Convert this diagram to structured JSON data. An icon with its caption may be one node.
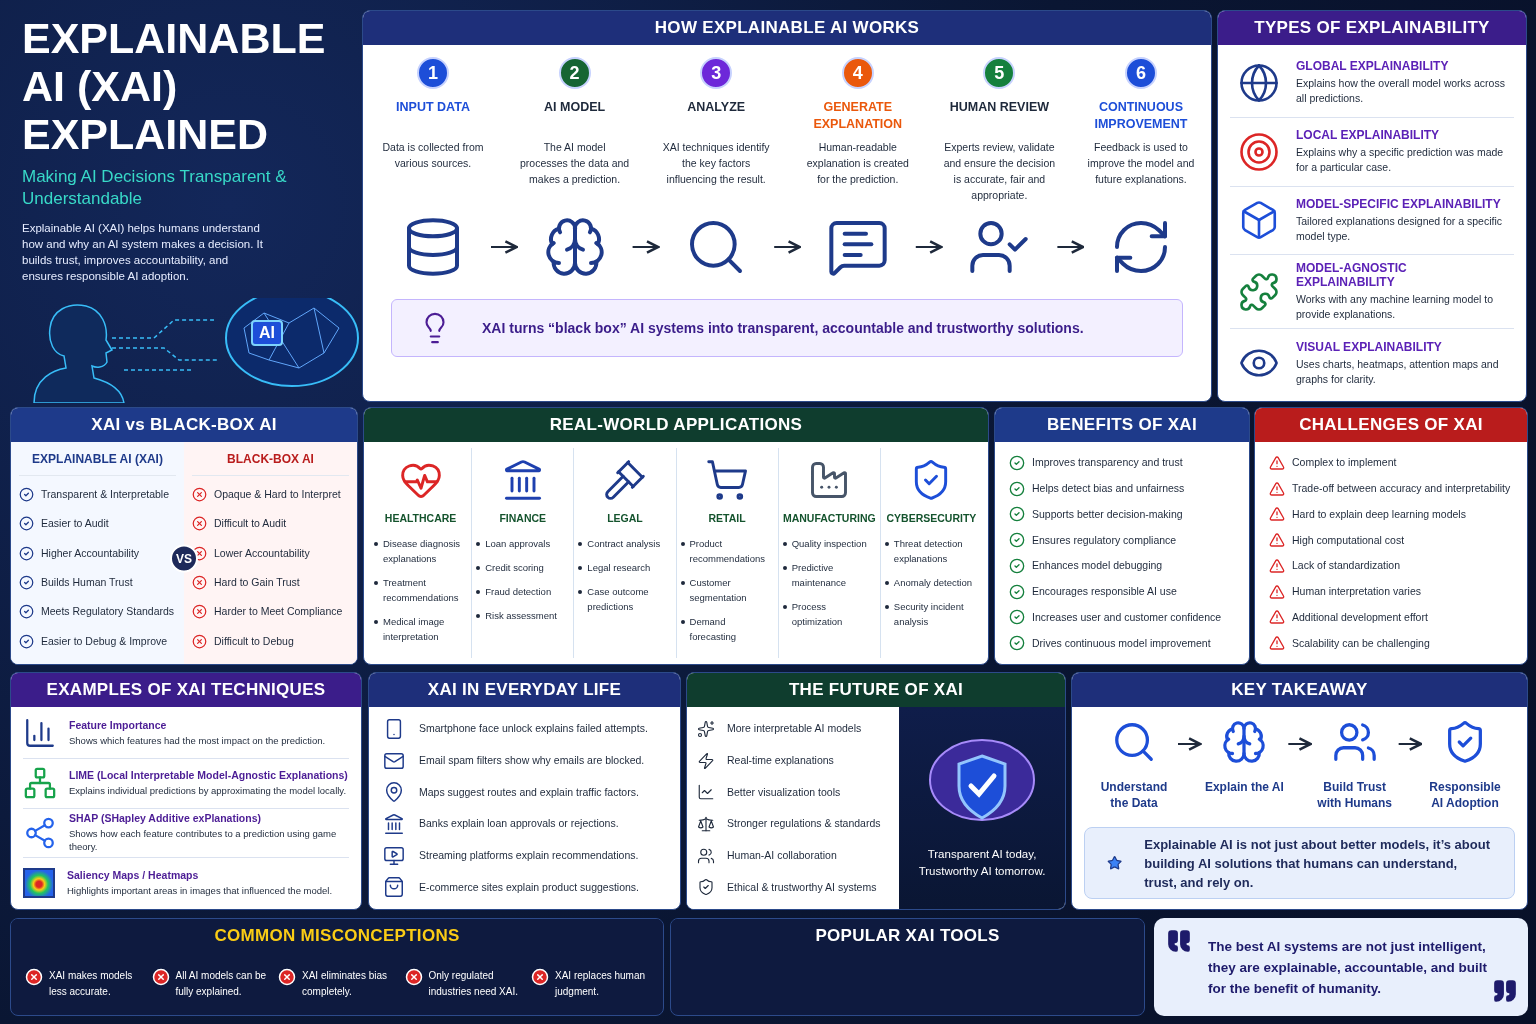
{
  "diagram": {
    "title": "EXPLAINABLE AI (XAI) EXPLAINED",
    "nodes": [
      {
        "text": [
          "HOW EXPLAINABLE AI WORKS"
        ]
      },
      {
        "text": [
          "1",
          "INPUT DATA",
          "Data is collected from various sources."
        ],
        "in": 0
      },
      {
        "text": [
          "2",
          "AI MODEL",
          "The AI model processes the data and makes a prediction."
        ],
        "in": 0
      },
      {
        "text": [
          "3",
          "ANALYZE",
          "XAI techniques identify the key factors influencing the result."
        ],
        "in": 0
      },
      {
        "text": [
          "4",
          "GENERATE EXPLANATION",
          "Human-readable explanation is created for the prediction."
        ],
        "in": 0
      },
      {
        "text": [
          "5",
          "HUMAN REVIEW",
          "Experts review, validate and ensure the decision is accurate, fair and appropriate."
        ],
        "in": 0
      },
      {
        "text": [
          "6",
          "CONTINUOUS IMPROVEMENT",
          "Feedback is used to improve the model and future explanations."
        ],
        "in": 0
      },
      {
        "text": [
          "XAI turns “black box” AI systems into transparent, accountable and trustworthy solutions."
        ],
        "in": 0
      },
      {
        "text": [
          "TYPES OF EXPLAINABILITY"
        ]
      },
      {
        "text": [
          "GLOBAL EXPLAINABILITY",
          "Explains how the overall model works across all predictions."
        ],
        "in": 8
      },
      {
        "text": [
          "LOCAL EXPLAINABILITY",
          "Explains why a specific prediction was made for a particular case."
        ],
        "in": 8
      },
      {
        "text": [
          "MODEL-SPECIFIC EXPLAINABILITY",
          "Tailored explanations designed for a specific model type."
        ],
        "in": 8
      },
      {
        "text": [
          "MODEL-AGNOSTIC EXPLAINABILITY",
          "Works with any machine learning model to provide explanations."
        ],
        "in": 8
      },
      {
        "text": [
          "VISUAL EXPLAINABILITY",
          "Uses charts, heatmaps, attention maps and graphs for clarity."
        ],
        "in": 8
      },
      {
        "text": [
          "XAI vs  BLACK-BOX AI"
        ]
      },
      {
        "text": [
          "EXPLAINABLE AI (XAI)",
          "Transparent & Interpretable",
          "Easier to Audit",
          "Higher Accountability",
          "Builds Human Trust",
          "Meets Regulatory Standards",
          "Easier to Debug & Improve"
        ],
        "in": 14
      },
      {
        "text": [
          "BLACK-BOX AI",
          "Opaque & Hard to Interpret",
          "Difficult to Audit",
          "Lower Accountability",
          "Hard to Gain Trust",
          "Harder to Meet Compliance",
          "Difficult to Debug"
        ],
        "in": 14
      },
      {
        "text": [
          "VS"
        ],
        "in": 14
      },
      {
        "text": [
          "REAL-WORLD APPLICATIONS"
        ]
      },
      {
        "text": [
          "HEALTHCARE",
          "Disease diagnosis explanations",
          "Treatment recommendations",
          "Medical image interpretation"
        ],
        "in": 18
      },
      {
        "text": [
          "FINANCE",
          "Loan approvals",
          "Credit scoring",
          "Fraud detection",
          "Risk assessment"
        ],
        "in": 18
      },
      {
        "text": [
          "LEGAL",
          "Contract analysis",
          "Legal research",
          "Case outcome predictions"
        ],
        "in": 18
      },
      {
        "text": [
          "RETAIL",
          "Product recommendations",
          "Customer segmentation",
          "Demand forecasting"
        ],
        "in": 18
      },
      {
        "text": [
          "MANUFACTURING",
          "Quality inspection",
          "Predictive maintenance",
          "Process optimization"
        ],
        "in": 18
      },
      {
        "text": [
          "CYBERSECURITY",
          "Threat detection explanations",
          "Anomaly detection",
          "Security incident analysis"
        ],
        "in": 18
      },
      {
        "text": [
          "BENEFITS OF XAI",
          "Improves transparency and trust",
          "Helps detect bias and unfairness",
          "Supports better decision-making",
          "Ensures regulatory compliance",
          "Enhances model debugging",
          "Encourages responsible AI use",
          "Increases user and customer confidence",
          "Drives continuous model improvement"
        ]
      },
      {
        "text": [
          "CHALLENGES OF XAI",
          "Complex to implement",
          "Trade-off between accuracy and interpretability",
          "Hard to explain deep learning models",
          "High computational cost",
          "Lack of standardization",
          "Human interpretation varies",
          "Additional development effort",
          "Scalability can be challenging"
        ]
      },
      {
        "text": [
          "EXAMPLES OF XAI TECHNIQUES"
        ]
      },
      {
        "text": [
          "Feature Importance",
          "Shows which features had the most impact on the prediction."
        ],
        "in": 27
      },
      {
        "text": [
          "LIME (Local Interpretable Model-Agnostic Explanations)",
          "Explains individual predictions by approximating the model locally."
        ],
        "in": 27
      },
      {
        "text": [
          "SHAP (SHapley Additive exPlanations)",
          "Shows how each feature contributes to a prediction using game theory."
        ],
        "in": 27
      },
      {
        "text": [
          "Saliency Maps / Heatmaps",
          "Highlights important areas in images that influenced the model."
        ],
        "in": 27
      },
      {
        "text": [
          "XAI IN EVERYDAY LIFE",
          "Smartphone face unlock explains failed attempts.",
          "Email spam filters show why emails are blocked.",
          "Maps suggest routes and explain traffic factors.",
          "Banks explain loan approvals or rejections.",
          "Streaming platforms explain recommendations.",
          "E-commerce sites explain product suggestions."
        ]
      },
      {
        "text": [
          "THE FUTURE OF XAI",
          "More interpretable AI models",
          "Real-time explanations",
          "Better visualization tools",
          "Stronger regulations & standards",
          "Human-AI collaboration",
          "Ethical & trustworthy AI systems",
          "Transparent AI today, Trustworthy AI tomorrow."
        ]
      },
      {
        "text": [
          "KEY TAKEAWAY"
        ]
      },
      {
        "text": [
          "Understand the Data"
        ],
        "in": 34
      },
      {
        "text": [
          "Explain the AI"
        ],
        "in": 34
      },
      {
        "text": [
          "Build Trust with Humans"
        ],
        "in": 34
      },
      {
        "text": [
          "Responsible AI Adoption"
        ],
        "in": 34
      },
      {
        "text": [
          "Explainable AI is not just about better models, it’s about building AI solutions that humans can understand, trust, and rely on."
        ],
        "in": 34
      },
      {
        "text": [
          "COMMON MISCONCEPTIONS",
          "XAI makes models less accurate.",
          "All AI models can be fully explained.",
          "XAI eliminates bias completely.",
          "Only regulated industries need XAI.",
          "XAI replaces human judgment."
        ]
      },
      {
        "text": [
          "POPULAR XAI TOOLS"
        ]
      },
      {
        "text": [
          "The best AI systems are not just intelligent, they are explainable, accountable, and built for the benefit of humanity."
        ]
      }
    ],
    "edges": [
      {
        "from": 1,
        "to": 2,
        "arrow": "to"
      },
      {
        "from": 2,
        "to": 3,
        "arrow": "to"
      },
      {
        "from": 3,
        "to": 4,
        "arrow": "to"
      },
      {
        "from": 4,
        "to": 5,
        "arrow": "to"
      },
      {
        "from": 5,
        "to": 6,
        "arrow": "to"
      },
      {
        "from": 35,
        "to": 36,
        "arrow": "to"
      },
      {
        "from": 36,
        "to": 37,
        "arrow": "to"
      },
      {
        "from": 37,
        "to": 38,
        "arrow": "to"
      }
    ],
    "labels": [
      "Making AI Decisions Transparent & Understandable",
      "Explainable AI (XAI) helps humans understand how and why an AI system makes a decision. It builds trust, improves accountability, and ensures responsible AI adoption.",
      "AI"
    ]
  }
}
